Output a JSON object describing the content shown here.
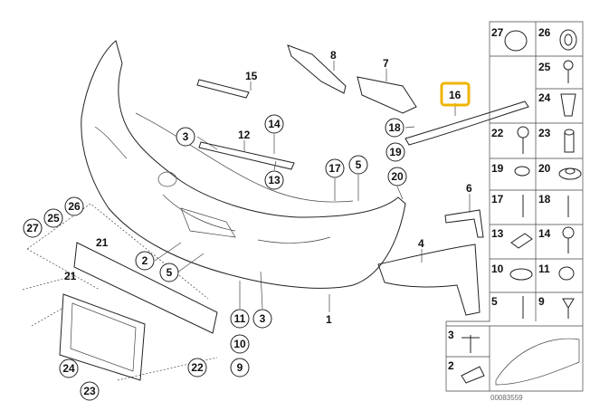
{
  "diagram": {
    "highlight_color": "#f0b400",
    "highlighted_part": "16",
    "plain_labels": [
      "15",
      "8",
      "7",
      "16",
      "12",
      "6",
      "4",
      "21",
      "21",
      "1"
    ],
    "circled_labels": [
      "14",
      "3",
      "13",
      "17",
      "5",
      "18",
      "19",
      "20",
      "26",
      "25",
      "27",
      "2",
      "5",
      "11",
      "3",
      "10",
      "9",
      "22",
      "24",
      "23"
    ],
    "grid_labels": [
      "27",
      "26",
      "25",
      "24",
      "22",
      "23",
      "19",
      "20",
      "17",
      "18",
      "13",
      "14",
      "10",
      "11",
      "5",
      "9",
      "3",
      "2"
    ],
    "image_code": "00083559"
  }
}
